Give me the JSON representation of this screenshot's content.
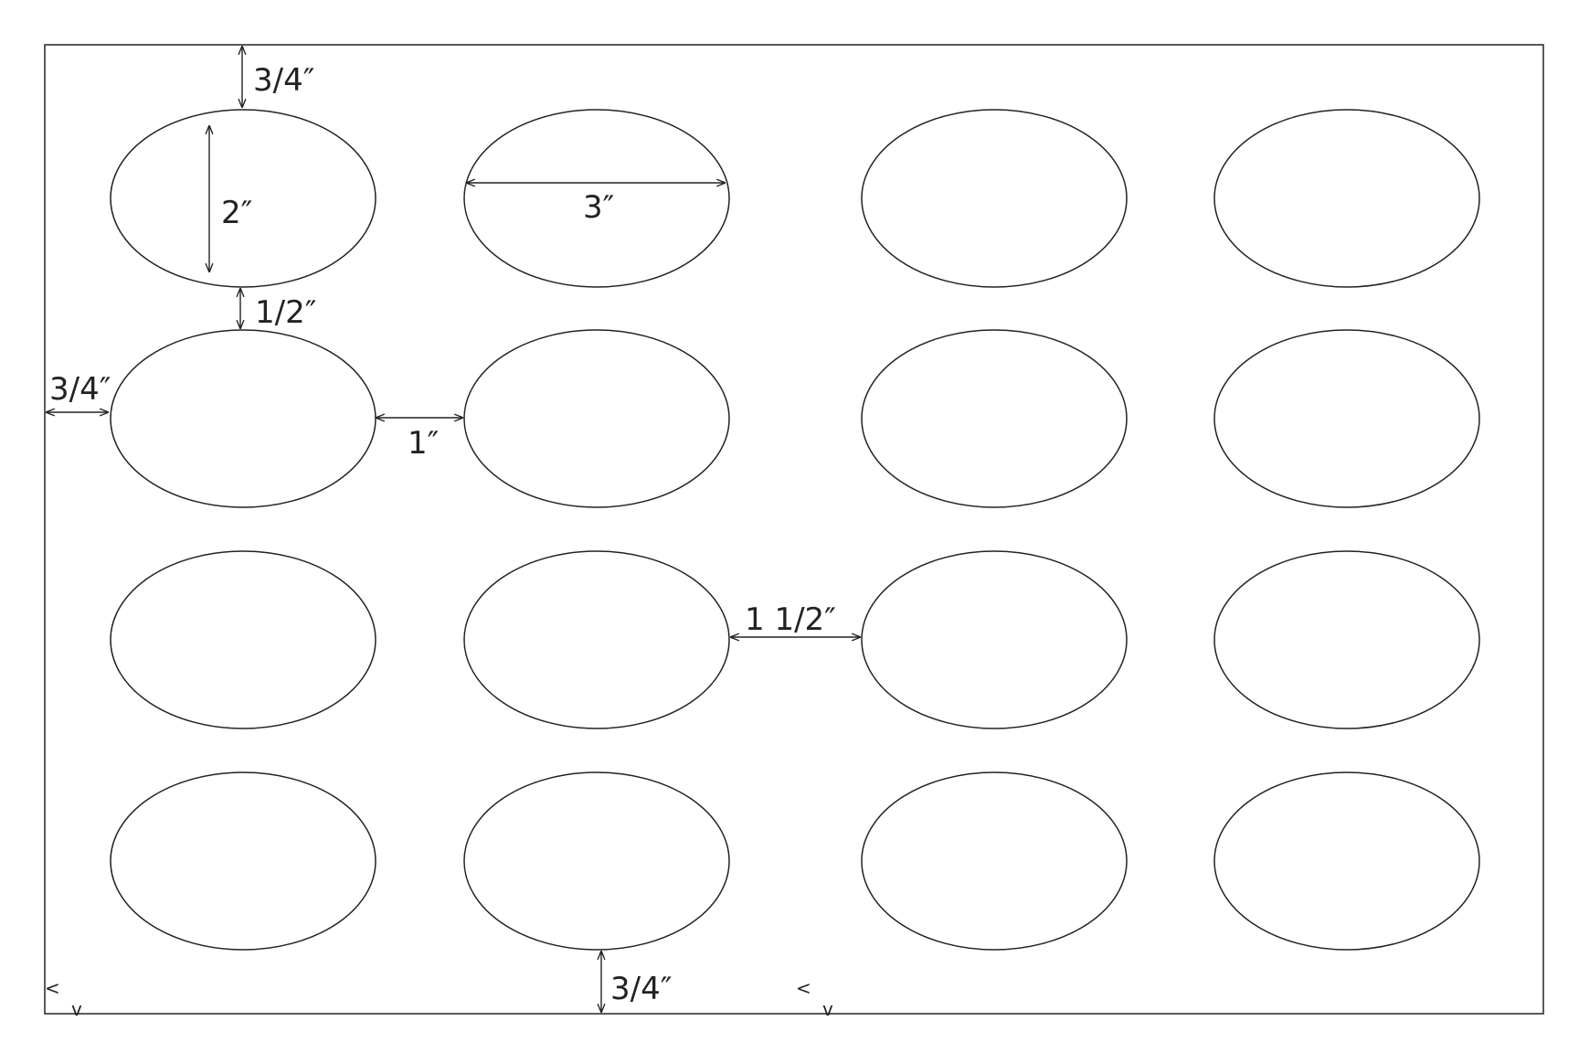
{
  "sheet": {
    "rows": 4,
    "columns": 4,
    "label_shape": "oval"
  },
  "dimensions": {
    "label_height": "2″",
    "label_width": "3″",
    "top_margin": "3/4″",
    "left_margin": "3/4″",
    "bottom_margin": "3/4″",
    "vertical_gap": "1/2″",
    "horizontal_gap": "1″",
    "center_gap": "1 1/2″"
  },
  "corner_marks": {
    "left_mark": "<",
    "down_mark": "v"
  },
  "colors": {
    "stroke": "#222222",
    "background": "#ffffff"
  }
}
